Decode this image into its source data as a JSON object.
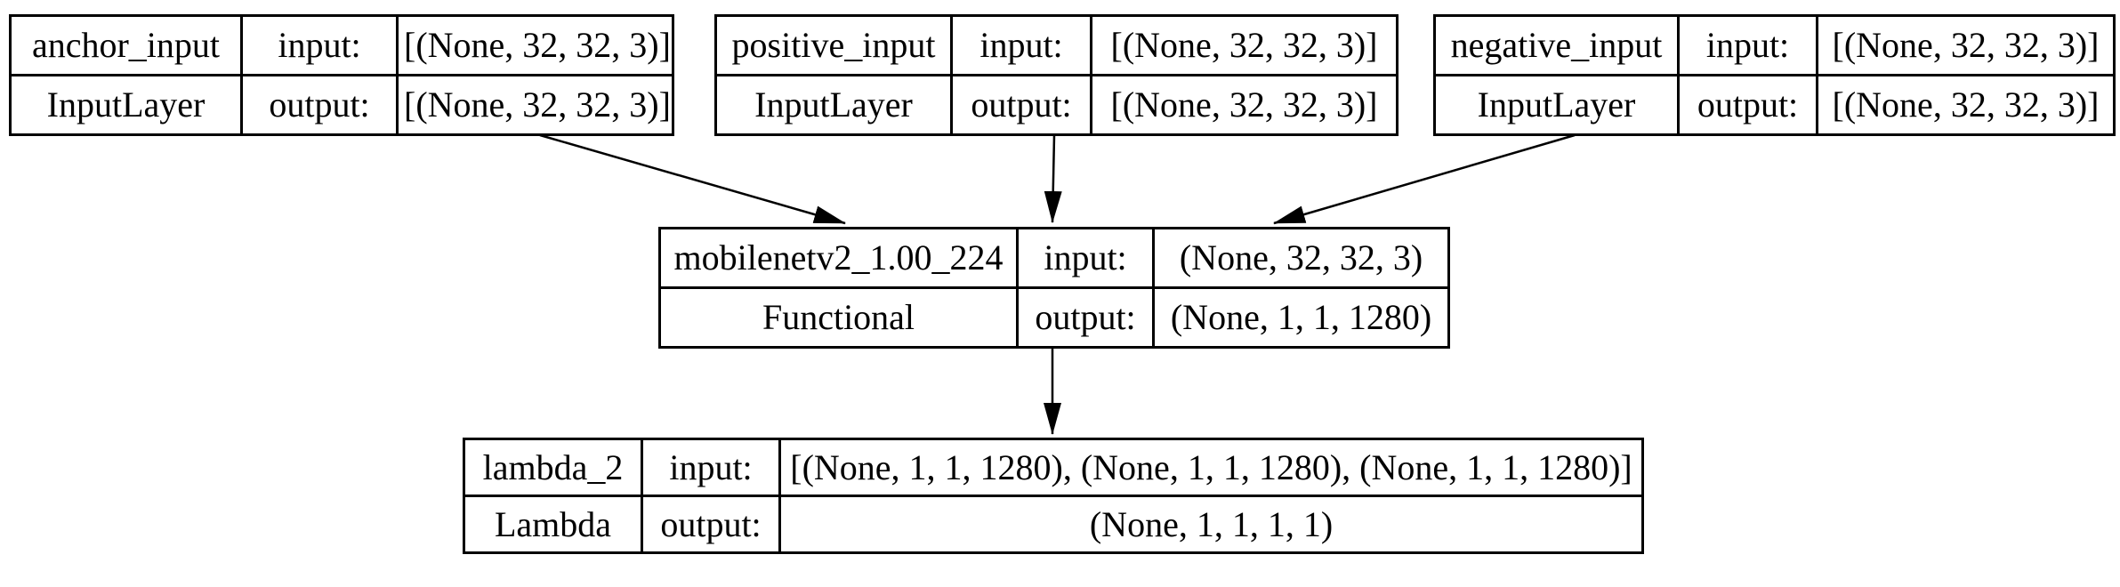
{
  "diagram": {
    "kind": "keras-model-plot",
    "background_color": "#ffffff",
    "line_color": "#000000",
    "text_color": "#000000",
    "nodes": [
      {
        "name": "anchor_input",
        "type": "InputLayer",
        "input_label": "input:",
        "output_label": "output:",
        "input_value": "[(None, 32, 32, 3)]",
        "output_value": "[(None, 32, 32, 3)]"
      },
      {
        "name": "positive_input",
        "type": "InputLayer",
        "input_label": "input:",
        "output_label": "output:",
        "input_value": "[(None, 32, 32, 3)]",
        "output_value": "[(None, 32, 32, 3)]"
      },
      {
        "name": "negative_input",
        "type": "InputLayer",
        "input_label": "input:",
        "output_label": "output:",
        "input_value": "[(None, 32, 32, 3)]",
        "output_value": "[(None, 32, 32, 3)]"
      },
      {
        "name": "mobilenetv2_1.00_224",
        "type": "Functional",
        "input_label": "input:",
        "output_label": "output:",
        "input_value": "(None, 32, 32, 3)",
        "output_value": "(None, 1, 1, 1280)"
      },
      {
        "name": "lambda_2",
        "type": "Lambda",
        "input_label": "input:",
        "output_label": "output:",
        "input_value": "[(None, 1, 1, 1280), (None, 1, 1, 1280), (None, 1, 1, 1280)]",
        "output_value": "(None, 1, 1, 1, 1)"
      }
    ],
    "edges": [
      {
        "from": "anchor_input",
        "to": "mobilenetv2_1.00_224"
      },
      {
        "from": "positive_input",
        "to": "mobilenetv2_1.00_224"
      },
      {
        "from": "negative_input",
        "to": "mobilenetv2_1.00_224"
      },
      {
        "from": "mobilenetv2_1.00_224",
        "to": "lambda_2"
      }
    ]
  }
}
